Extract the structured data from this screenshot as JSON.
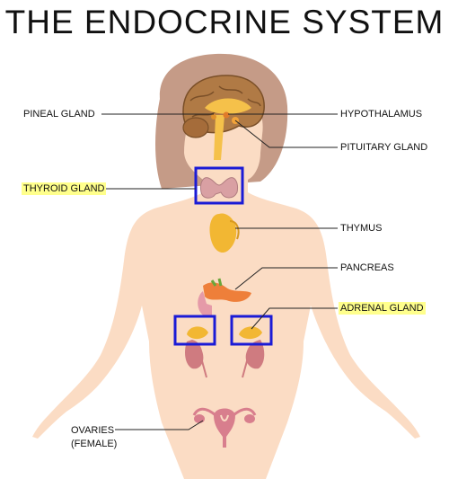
{
  "title": "THE ENDOCRINE SYSTEM",
  "labels": {
    "pineal": "PINEAL GLAND",
    "hypothalamus": "HYPOTHALAMUS",
    "pituitary": "PITUITARY GLAND",
    "thyroid": "THYROID GLAND",
    "thymus": "THYMUS",
    "pancreas": "PANCREAS",
    "adrenal": "ADRENAL GLAND",
    "ovaries_line1": "OVARIES",
    "ovaries_line2": "(FEMALE)"
  },
  "highlighted_labels": [
    "THYROID GLAND",
    "ADRENAL GLAND"
  ],
  "colors": {
    "skin": "#fbdcc4",
    "hair": "#c59b87",
    "brain": "#b07a45",
    "highlight": "#ffff8c",
    "box": "#1b1bd6",
    "thymus": "#f2b733",
    "kidney": "#cf7b80",
    "reproductive": "#d87e8d"
  }
}
